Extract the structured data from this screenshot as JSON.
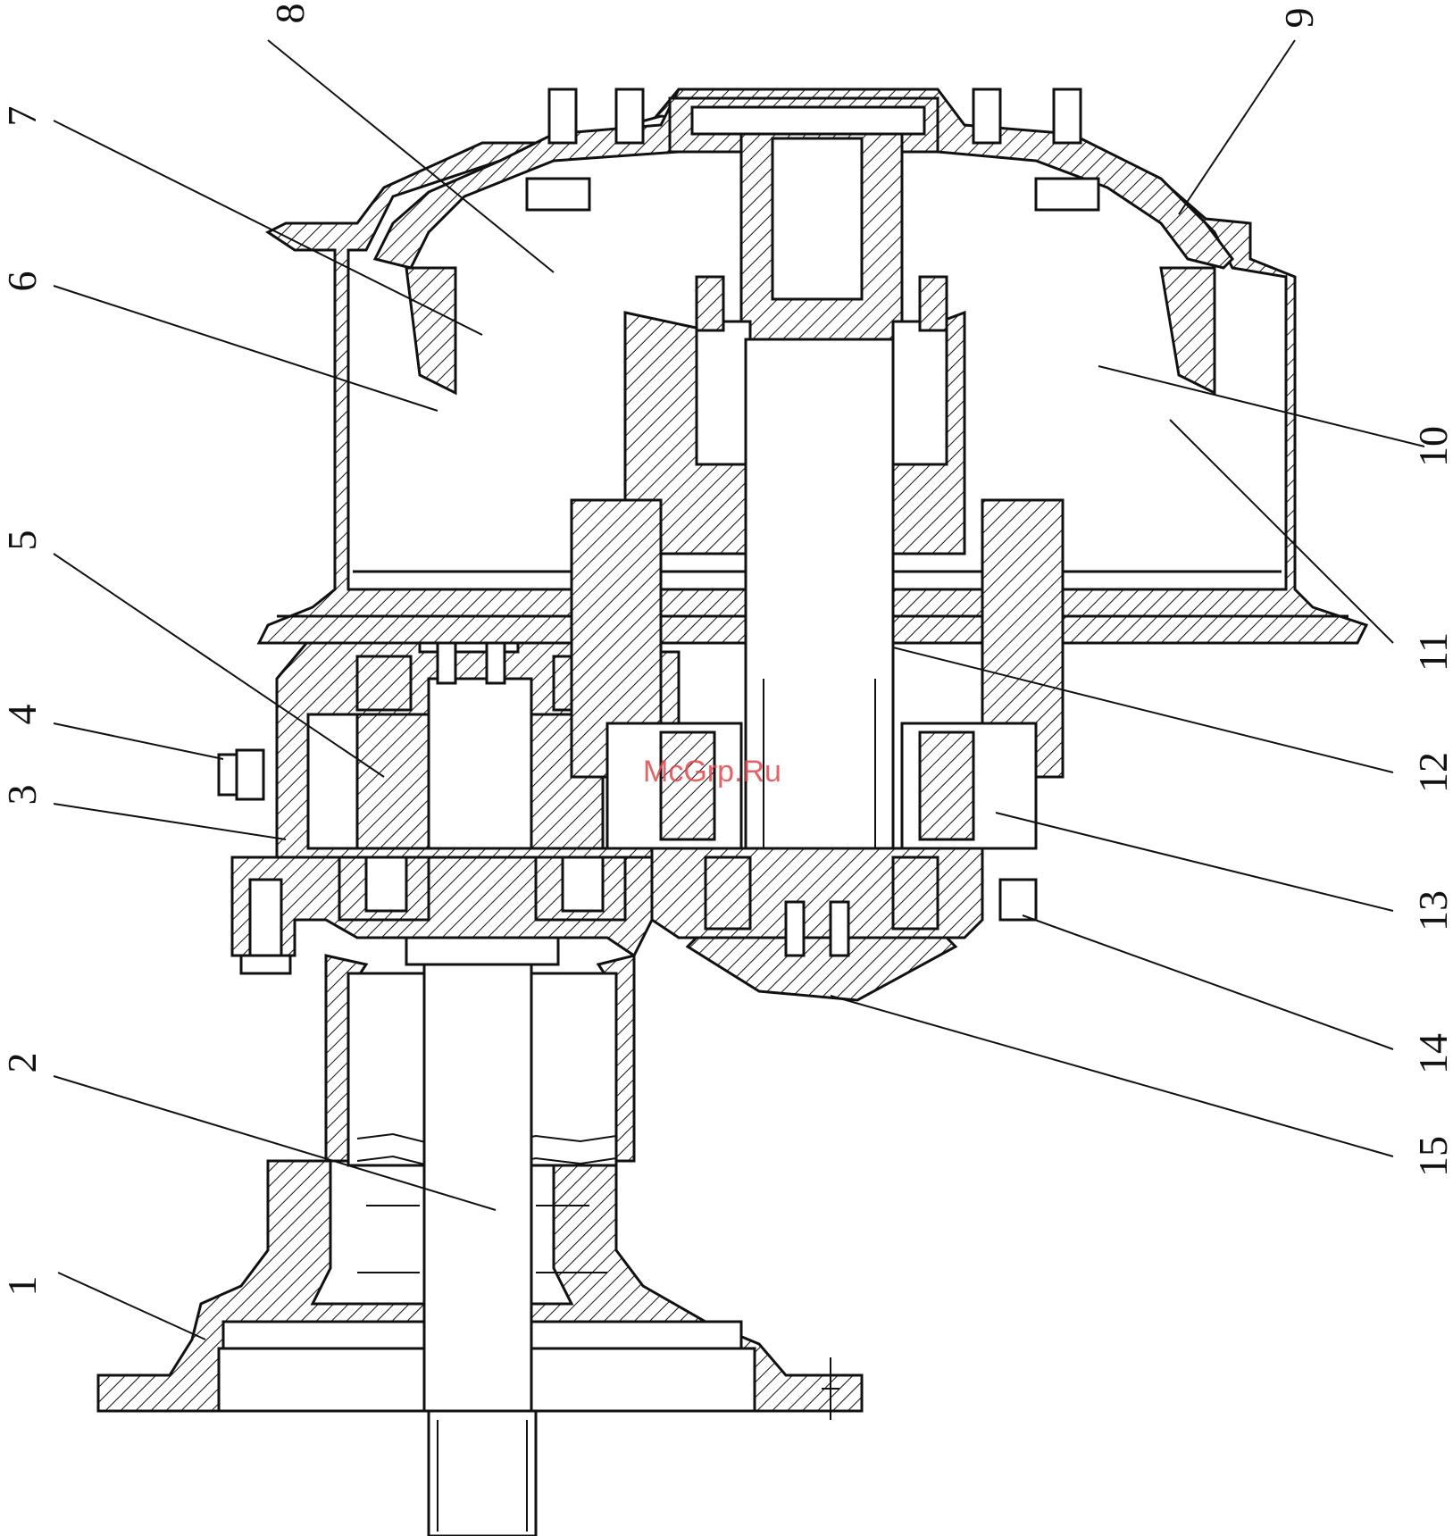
{
  "watermark": "McGrp.Ru",
  "callouts": [
    {
      "id": "1",
      "label": "1"
    },
    {
      "id": "2",
      "label": "2"
    },
    {
      "id": "3",
      "label": "3"
    },
    {
      "id": "4",
      "label": "4"
    },
    {
      "id": "5",
      "label": "5"
    },
    {
      "id": "6",
      "label": "6"
    },
    {
      "id": "7",
      "label": "7"
    },
    {
      "id": "8",
      "label": "8"
    },
    {
      "id": "9",
      "label": "9"
    },
    {
      "id": "10",
      "label": "10"
    },
    {
      "id": "11",
      "label": "11"
    },
    {
      "id": "12",
      "label": "12"
    },
    {
      "id": "13",
      "label": "13"
    },
    {
      "id": "14",
      "label": "14"
    },
    {
      "id": "15",
      "label": "15"
    }
  ],
  "colors": {
    "line": "#111111",
    "watermark": "#e0474c",
    "background": "#ffffff"
  }
}
